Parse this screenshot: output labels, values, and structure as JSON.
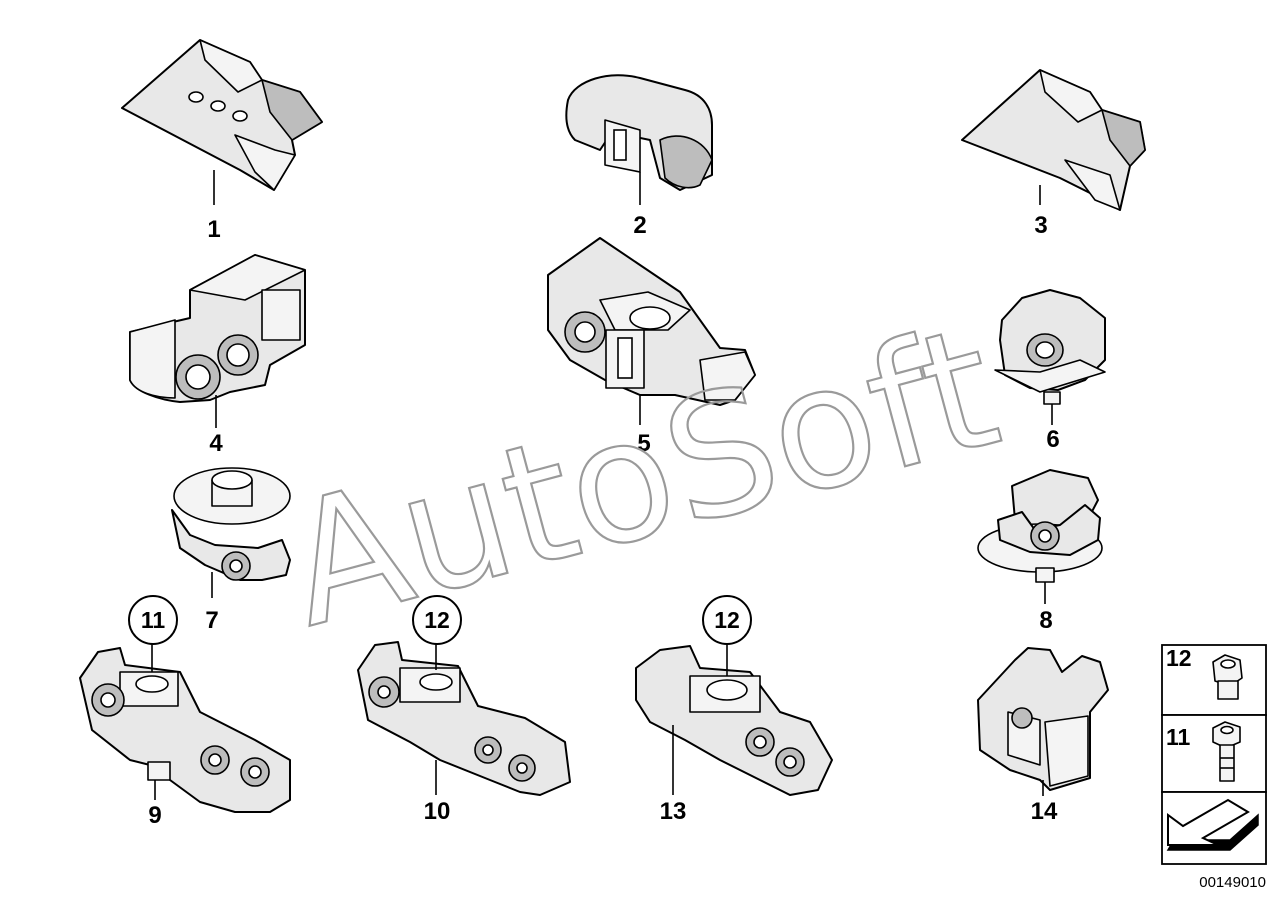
{
  "watermark": "AutoSoft",
  "diagram_id": "00149010",
  "parts": [
    {
      "num": "1",
      "icon": "tray-clip"
    },
    {
      "num": "2",
      "icon": "double-pipe-clip"
    },
    {
      "num": "3",
      "icon": "tray-clip"
    },
    {
      "num": "4",
      "icon": "twin-pipe-holder"
    },
    {
      "num": "5",
      "icon": "multi-pipe-holder"
    },
    {
      "num": "6",
      "icon": "pipe-clip-with-stud"
    },
    {
      "num": "7",
      "icon": "pipe-clip-with-washer"
    },
    {
      "num": "8",
      "icon": "pipe-clip-with-washer"
    },
    {
      "num": "9",
      "icon": "multi-pipe-holder"
    },
    {
      "num": "10",
      "icon": "multi-pipe-holder"
    },
    {
      "num": "13",
      "icon": "multi-pipe-holder"
    },
    {
      "num": "14",
      "icon": "pipe-clip"
    }
  ],
  "references": [
    {
      "num": "11"
    },
    {
      "num": "12"
    },
    {
      "num": "12"
    }
  ],
  "legend": [
    {
      "num": "12",
      "icon": "hex-nut-icon"
    },
    {
      "num": "11",
      "icon": "bolt-icon"
    }
  ],
  "legend_arrow_icon": "direction-arrow-icon"
}
